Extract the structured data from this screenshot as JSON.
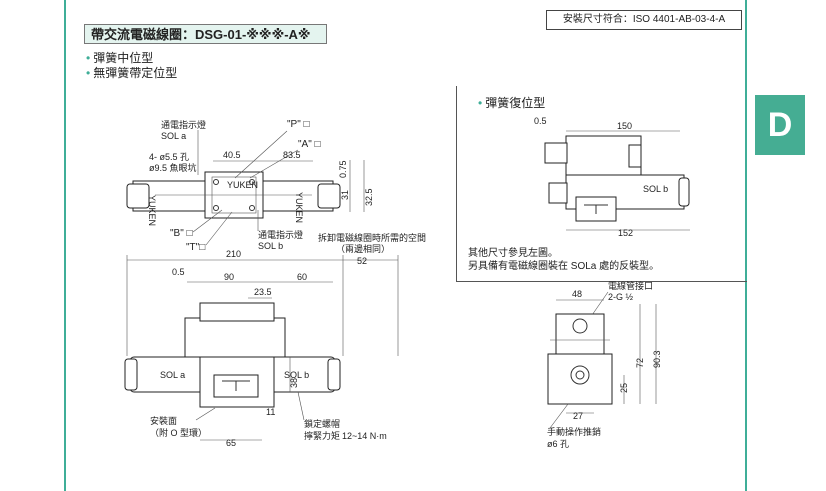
{
  "standard": "安裝尺寸符合：ISO 4401-AB-03-4-A",
  "title": "帶交流電磁線圈：DSG-01-※※※-A※",
  "types": [
    "彈簧中位型",
    "無彈簧帶定位型"
  ],
  "section_tab": "D",
  "spring_return": {
    "title": "彈簧復位型",
    "note_lines": [
      "其他尺寸參見左圖。",
      "另具備有電磁線圈裝在 SOLa 處的反裝型。"
    ],
    "dims": {
      "d_05": "0.5",
      "d_150": "150",
      "d_152": "152"
    },
    "sol": "SOL b"
  },
  "top_view": {
    "indicator_a": [
      "通電指示燈",
      "SOL a"
    ],
    "hole": [
      "4- ø5.5 孔",
      "ø9.5 魚眼坑"
    ],
    "port_p": "\"P\" □",
    "port_a": "\"A\" □",
    "port_b": "\"B\" □",
    "port_t": "\"T\"□",
    "d_405": "40.5",
    "d_835": "83.5",
    "d_075": "0.75",
    "d_31": "31",
    "d_325": "32.5",
    "indicator_b": [
      "通電指示燈",
      "SOL b"
    ],
    "removal_space": [
      "拆卸電磁線圈時所需的空間",
      "（兩邊相同）"
    ],
    "brand": "YUKEN"
  },
  "front_view": {
    "d_210": "210",
    "d_52": "52",
    "d_05": "0.5",
    "d_90": "90",
    "d_60": "60",
    "d_235": "23.5",
    "d_38": "38",
    "d_11": "11",
    "d_65": "65",
    "sol_a": "SOL a",
    "sol_b": "SOL b",
    "mount_face": [
      "安裝面",
      "（附 O 型環）"
    ],
    "lock_nut": [
      "鎖定螺帽",
      "擰緊力矩"
    ],
    "torque": "12~14 N·m"
  },
  "side_view": {
    "conduit": [
      "電線管接口",
      "2-G ½"
    ],
    "d_48": "48",
    "d_72": "72",
    "d_903": "90.3",
    "d_25": "25",
    "d_27": "27",
    "manual_pin": [
      "手動操作推銷",
      "ø6 孔"
    ]
  }
}
